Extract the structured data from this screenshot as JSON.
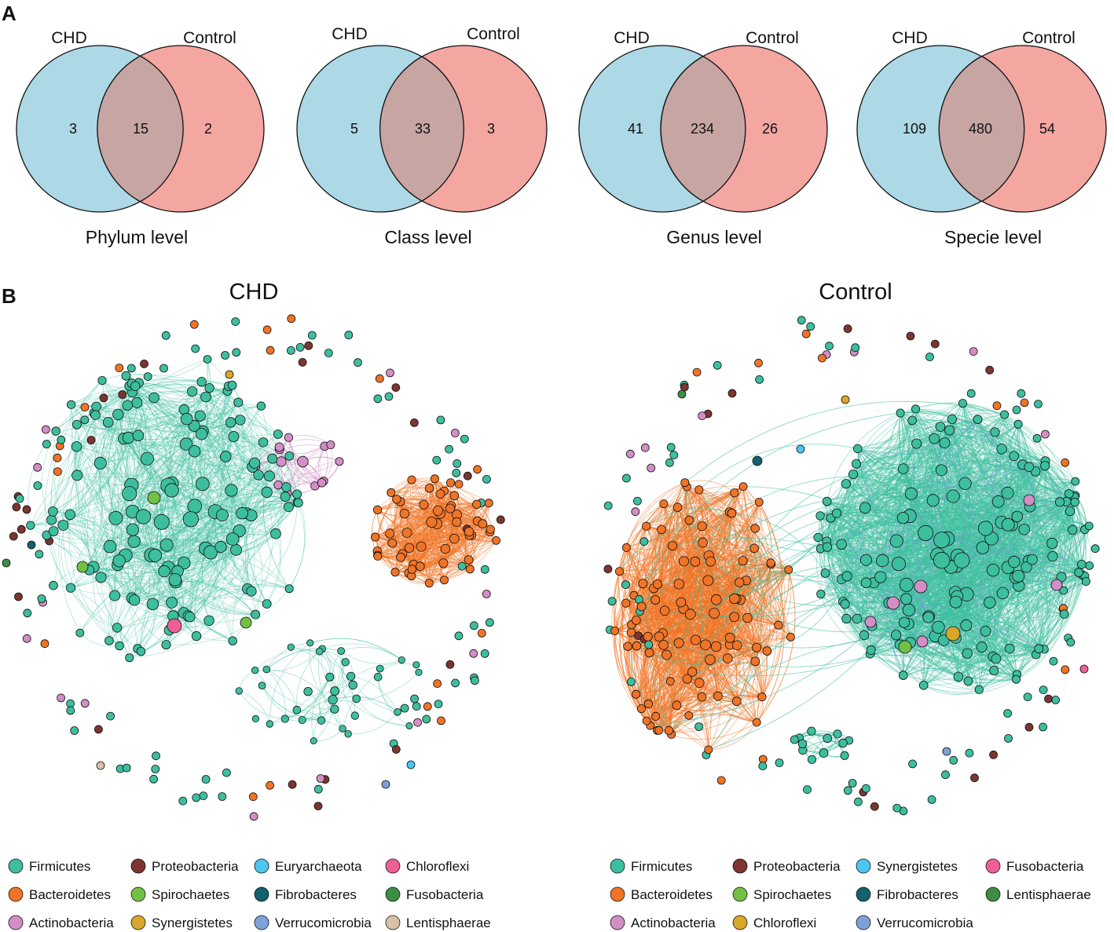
{
  "panel_a": {
    "letter": "A",
    "left_set_label": "CHD",
    "right_set_label": "Control",
    "left_color": "#add8e6",
    "right_color": "#f4a6a0",
    "overlap_color": "#c7a5a3",
    "venns": [
      {
        "caption": "Phylum level",
        "chd_only": "3",
        "shared": "15",
        "control_only": "2"
      },
      {
        "caption": "Class level",
        "chd_only": "5",
        "shared": "33",
        "control_only": "3"
      },
      {
        "caption": "Genus level",
        "chd_only": "41",
        "shared": "234",
        "control_only": "26"
      },
      {
        "caption": "Specie level",
        "chd_only": "109",
        "shared": "480",
        "control_only": "54"
      }
    ]
  },
  "panel_b": {
    "letter": "B",
    "phylum_colors": {
      "Firmicutes": "#3dbf9f",
      "Bacteroidetes": "#f07427",
      "Actinobacteria": "#d38ec5",
      "Proteobacteria": "#7c3530",
      "Spirochaetes": "#72c145",
      "Synergistetes": "#d8a62a",
      "Euryarchaeota": "#4cc6ee",
      "Fibrobacteres": "#13606f",
      "Verrucomicrobia": "#7ea2d8",
      "Chloroflexi": "#ef5f97",
      "Fusobacteria": "#3b8e42",
      "Lentisphaerae": "#d8c1a8"
    },
    "networks": [
      {
        "title": "CHD",
        "legend": [
          [
            "Firmicutes",
            "Bacteroidetes",
            "Actinobacteria"
          ],
          [
            "Proteobacteria",
            "Spirochaetes",
            "Synergistetes"
          ],
          [
            "Euryarchaeota",
            "Fibrobacteres",
            "Verrucomicrobia"
          ],
          [
            "Chloroflexi",
            "Fusobacteria",
            "Lentisphaerae"
          ]
        ],
        "legend_colors": [
          [
            "#3dbf9f",
            "#f07427",
            "#d38ec5"
          ],
          [
            "#7c3530",
            "#72c145",
            "#d8a62a"
          ],
          [
            "#4cc6ee",
            "#13606f",
            "#7ea2d8"
          ],
          [
            "#ef5f97",
            "#3b8e42",
            "#d8c1a8"
          ]
        ]
      },
      {
        "title": "Control",
        "legend": [
          [
            "Firmicutes",
            "Bacteroidetes",
            "Actinobacteria"
          ],
          [
            "Proteobacteria",
            "Spirochaetes",
            "Chloroflexi"
          ],
          [
            "Synergistetes",
            "Fibrobacteres",
            "Verrucomicrobia"
          ],
          [
            "Fusobacteria",
            "Lentisphaerae"
          ]
        ],
        "legend_colors": [
          [
            "#3dbf9f",
            "#f07427",
            "#d38ec5"
          ],
          [
            "#7c3530",
            "#72c145",
            "#d8a62a"
          ],
          [
            "#4cc6ee",
            "#13606f",
            "#7ea2d8"
          ],
          [
            "#ef5f97",
            "#3b8e42"
          ]
        ]
      }
    ]
  }
}
